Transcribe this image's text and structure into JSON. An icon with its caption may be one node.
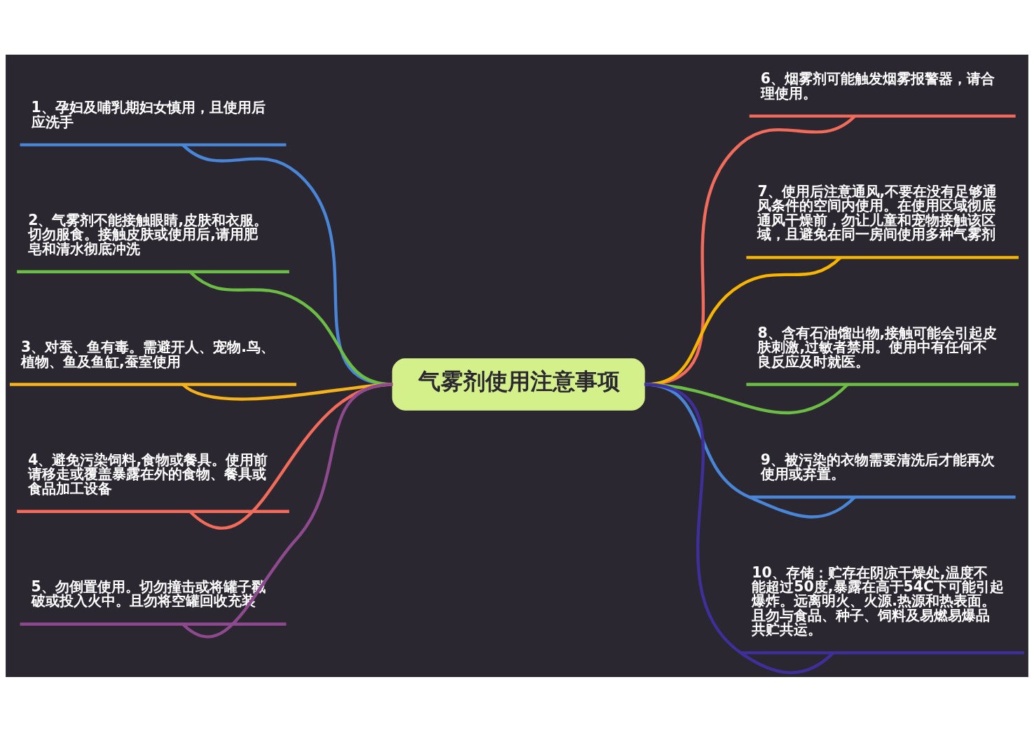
{
  "diagram": {
    "nodes": [
      {
        "text": [
          "气雾剂使用注意事项"
        ]
      },
      {
        "text": [
          "1、孕妇及哺乳期妇女慎用，且使用后应洗手"
        ]
      },
      {
        "text": [
          "2、气雾剂不能接触眼睛,皮肤和衣服。切勿服食。接触皮肤或使用后,请用肥皂和清水彻底冲洗"
        ]
      },
      {
        "text": [
          "3、对蚕、鱼有毒。需避开人、宠物.鸟、植物、鱼及鱼缸,蚕室使用"
        ]
      },
      {
        "text": [
          "4、避免污染饲料,食物或餐具。使用前请移走或覆盖暴露在外的食物、餐具或食品加工设备"
        ]
      },
      {
        "text": [
          "5、勿倒置使用。切勿撞击或将罐子戳破或投入火中。且勿将空罐回收充装"
        ]
      },
      {
        "text": [
          "6、烟雾剂可能触发烟雾报警器，请合理使用。"
        ]
      },
      {
        "text": [
          "7、使用后注意通风,不要在没有足够通风条件的空间内使用。在使用区域彻底通风干燥前，勿让儿童和宠物接触该区域，且避免在同一房间使用多种气雾剂"
        ]
      },
      {
        "text": [
          "8、含有石油馏出物,接触可能会引起皮肤刺激,过敏者禁用。使用中有任何不良反应及时就医。"
        ]
      },
      {
        "text": [
          "9、被污染的衣物需要清洗后才能再次使用或弃置。"
        ]
      },
      {
        "text": [
          "10、存储：贮存在阴凉干燥处,温度不能超过50度,暴露在高于54C下可能引起爆炸。远离明火、火源.热源和热表面。且勿与食品、种子、饲料及易燃易爆品共贮共运。"
        ]
      }
    ],
    "edges": [
      {
        "from": 0,
        "to": 1,
        "arrow": "none",
        "color": "#4a86d8"
      },
      {
        "from": 0,
        "to": 2,
        "arrow": "none",
        "color": "#6cbd45"
      },
      {
        "from": 0,
        "to": 3,
        "arrow": "none",
        "color": "#f5b21b"
      },
      {
        "from": 0,
        "to": 4,
        "arrow": "none",
        "color": "#f26b5b"
      },
      {
        "from": 0,
        "to": 5,
        "arrow": "none",
        "color": "#8e4a8e"
      },
      {
        "from": 0,
        "to": 6,
        "arrow": "none",
        "color": "#f26b5b"
      },
      {
        "from": 0,
        "to": 7,
        "arrow": "none",
        "color": "#f7b500"
      },
      {
        "from": 0,
        "to": 8,
        "arrow": "none",
        "color": "#6cbd45"
      },
      {
        "from": 0,
        "to": 9,
        "arrow": "none",
        "color": "#4a86d8"
      },
      {
        "from": 0,
        "to": 10,
        "arrow": "none",
        "color": "#3f2f9a"
      }
    ]
  }
}
